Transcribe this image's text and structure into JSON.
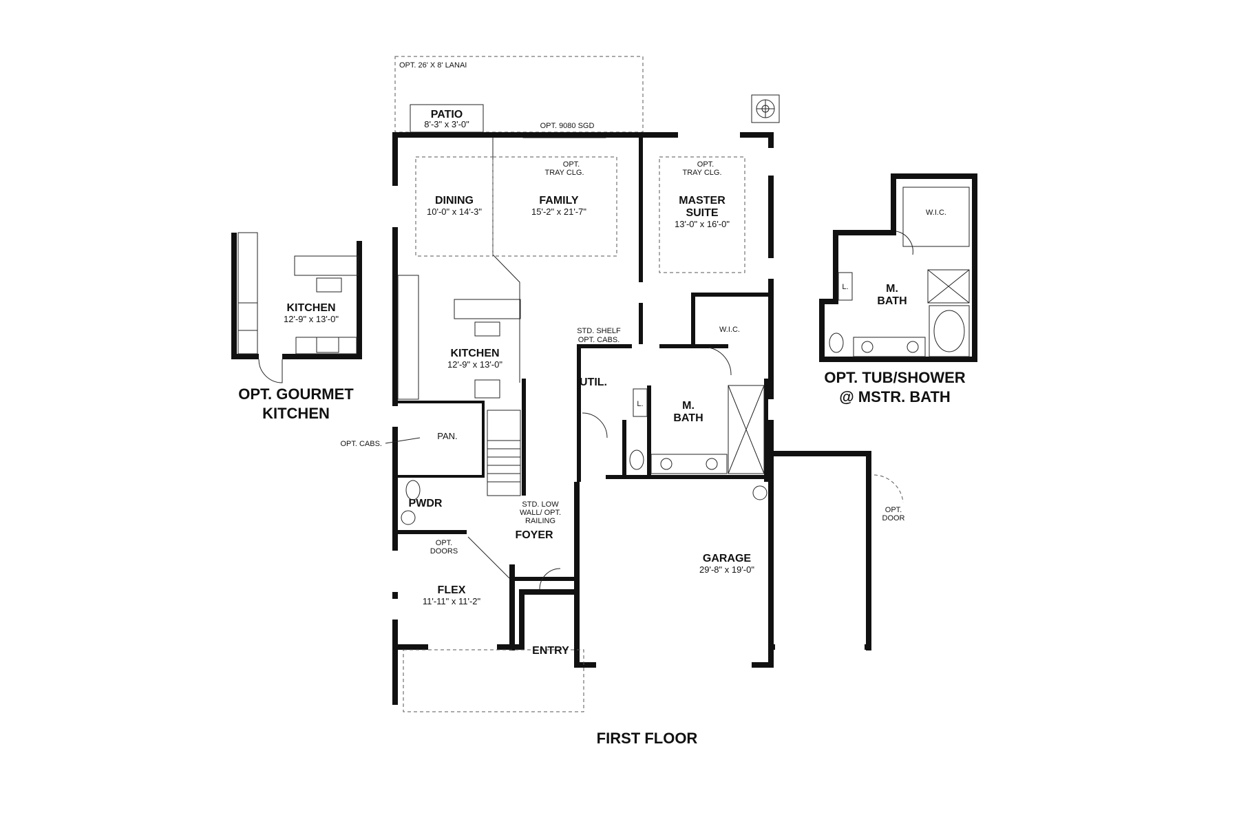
{
  "plan": {
    "title": "FIRST FLOOR",
    "lanai": "OPT. 26' X 8' LANAI",
    "sgd": "OPT. 9080 SGD",
    "rooms": {
      "patio": {
        "name": "PATIO",
        "dim": "8'-3\" x 3'-0\""
      },
      "dining": {
        "name": "DINING",
        "dim": "10'-0\" x 14'-3\""
      },
      "family": {
        "name": "FAMILY",
        "dim": "15'-2\" x 21'-7\""
      },
      "master": {
        "name1": "MASTER",
        "name2": "SUITE",
        "dim": "13'-0\" x 16'-0\""
      },
      "kitchen": {
        "name": "KITCHEN",
        "dim": "12'-9\" x 13'-0\""
      },
      "wic": {
        "name": "W.I.C."
      },
      "util": {
        "name": "UTIL."
      },
      "mbath": {
        "name1": "M.",
        "name2": "BATH"
      },
      "linen": {
        "name": "L."
      },
      "pantry": {
        "name": "PAN."
      },
      "pwdr": {
        "name": "PWDR"
      },
      "foyer": {
        "name": "FOYER"
      },
      "flex": {
        "name": "FLEX",
        "dim": "11'-11\" x 11'-2\""
      },
      "entry": {
        "name": "ENTRY"
      },
      "garage": {
        "name": "GARAGE",
        "dim": "29'-8\" x 19'-0\""
      }
    },
    "notes": {
      "opt": "OPT.",
      "tray": "TRAY CLG.",
      "std_shelf": "STD. SHELF",
      "opt_cabs": "OPT. CABS.",
      "std_low": "STD. LOW",
      "wall_opt": "WALL/ OPT.",
      "railing": "RAILING",
      "doors": "DOORS",
      "door": "DOOR"
    }
  },
  "gourmet": {
    "kitchen": "KITCHEN",
    "dim": "12'-9\" x 13'-0\"",
    "title1": "OPT. GOURMET",
    "title2": "KITCHEN"
  },
  "tub": {
    "wic": "W.I.C.",
    "linen": "L.",
    "bath1": "M.",
    "bath2": "BATH",
    "title1": "OPT. TUB/SHOWER",
    "title2": "@ MSTR. BATH"
  }
}
